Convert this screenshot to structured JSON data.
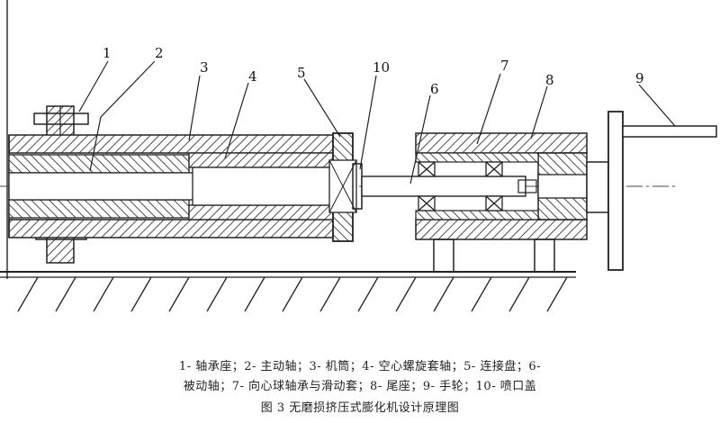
{
  "figure": {
    "callouts": [
      "1",
      "2",
      "3",
      "4",
      "5",
      "10",
      "6",
      "7",
      "8",
      "9"
    ],
    "legend_line_1": "1- 轴承座；2- 主动轴；3- 机筒；4- 空心螺旋套轴；5- 连接盘；6-",
    "legend_line_2": "被动轴；7- 向心球轴承与滑动套；8- 尾座；9- 手轮；10- 喷口盖",
    "caption": "图 3 无磨损挤压式膨化机设计原理图"
  }
}
